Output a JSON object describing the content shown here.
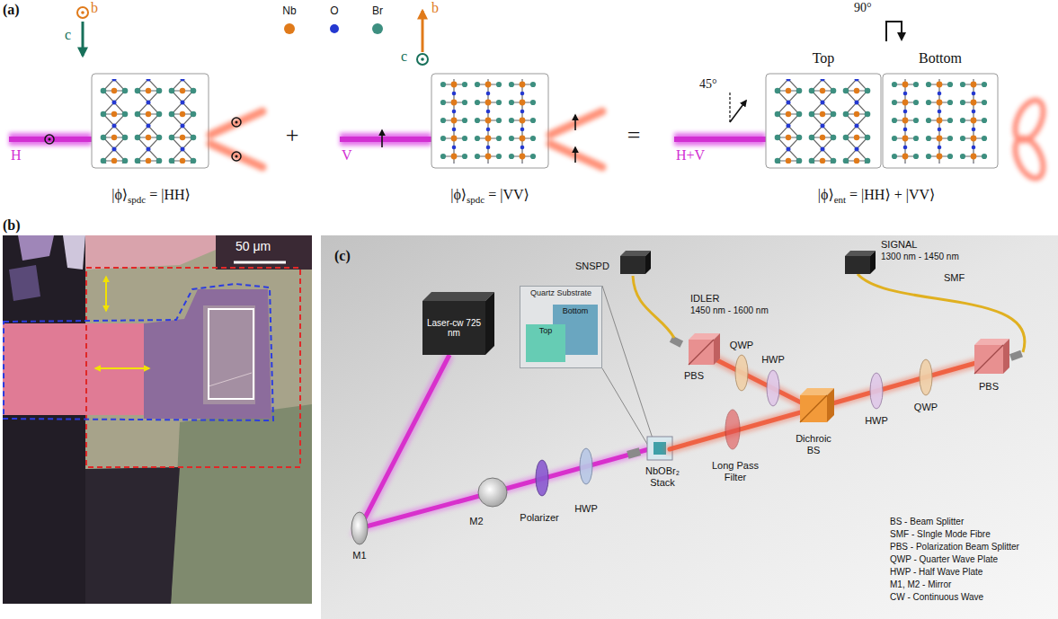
{
  "diagram": {
    "nodes": [
      {
        "text": [
          "Laser-cw 725 nm"
        ]
      },
      {
        "text": [
          "Quartz Substrate"
        ]
      },
      {
        "text": [
          "Bottom"
        ],
        "in": 1
      },
      {
        "text": [
          "Top"
        ],
        "in": 1
      }
    ],
    "labels": [
      "(a)",
      "b",
      "c",
      "Nb",
      "O",
      "Br",
      "H",
      "|ϕ⟩",
      "spdc",
      "= |HH⟩",
      "+",
      "c",
      "b",
      "V",
      "|ϕ⟩",
      "spdc",
      "= |VV⟩",
      "=",
      "90°",
      "Top",
      "Bottom",
      "45°",
      "H+V",
      "|ϕ⟩",
      "ent",
      "= |HH⟩ + |VV⟩",
      "(b)",
      "50 μm",
      "(c)",
      "SNSPD",
      "SIGNAL",
      "1300 nm - 1450 nm",
      "SMF",
      "IDLER",
      "1450 nm - 1600 nm",
      "PBS",
      "QWP",
      "HWP",
      "Dichroic BS",
      "HWP",
      "QWP",
      "PBS",
      "Long Pass Filter",
      "NbOBr₂ Stack",
      "M1",
      "M2",
      "Polarizer",
      "HWP",
      "BS - Beam Splitter",
      "SMF - SIngle Mode Fibre",
      "PBS - Polarization Beam Splitter",
      "QWP - Quarter Wave Plate",
      "HWP - Half Wave Plate",
      "M1, M2 - Mirror",
      "CW - Continuous Wave"
    ]
  }
}
